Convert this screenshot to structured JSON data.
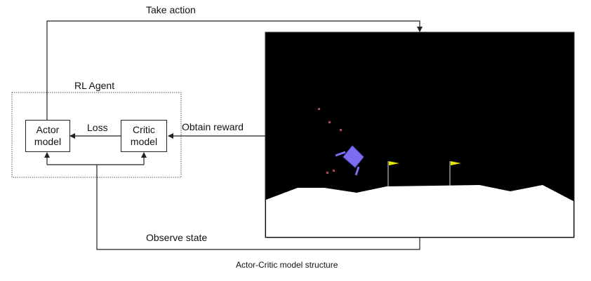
{
  "agent_group": {
    "label": "RL Agent"
  },
  "actor_box": {
    "line1": "Actor",
    "line2": "model"
  },
  "critic_box": {
    "line1": "Critic",
    "line2": "model"
  },
  "edges": {
    "loss": "Loss",
    "take_action": "Take action",
    "obtain_reward": "Obtain reward",
    "observe_state": "Observe state"
  },
  "caption": "Actor-Critic model structure",
  "environment": {
    "scene": "lunar-lander",
    "sky_color": "#000000",
    "ground_color": "#ffffff",
    "lander_color": "#7b6cf0",
    "flag_color": "#e6e600",
    "particle_color": "#b0485a"
  },
  "colors": {
    "line": "#222222",
    "agent_border": "#555555"
  }
}
